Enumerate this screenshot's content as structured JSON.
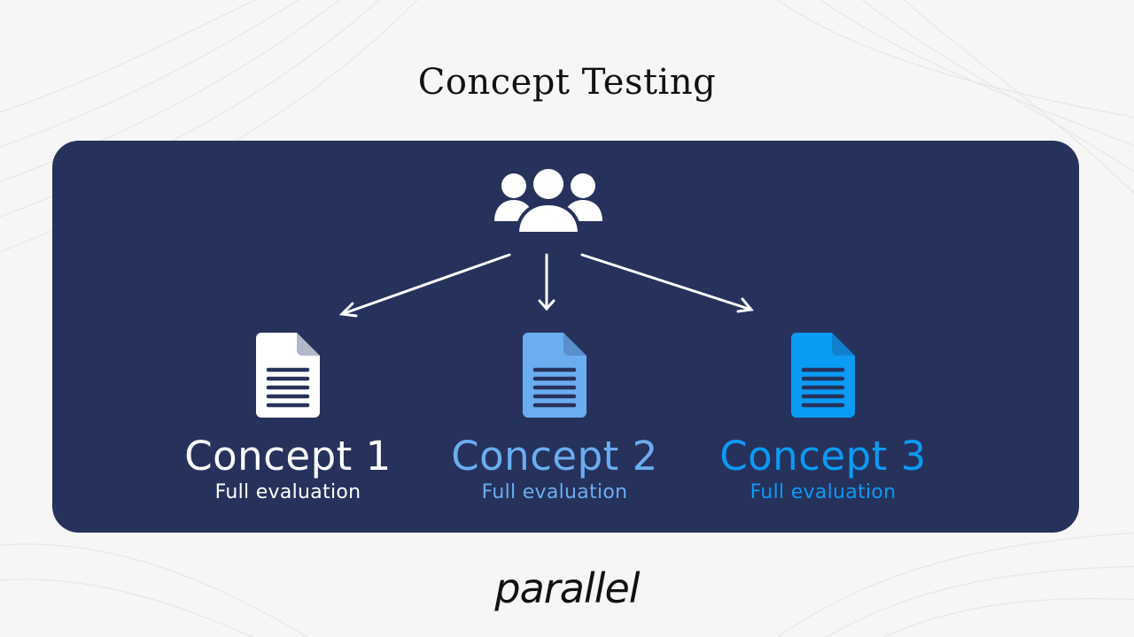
{
  "slide": {
    "title": "Concept Testing"
  },
  "diagram": {
    "source_icon": "people-group-icon",
    "concepts": [
      {
        "name": "Concept 1",
        "subtitle": "Full evaluation",
        "color": "#ffffff",
        "icon": "document-icon"
      },
      {
        "name": "Concept 2",
        "subtitle": "Full evaluation",
        "color": "#6aaef0",
        "icon": "document-icon"
      },
      {
        "name": "Concept 3",
        "subtitle": "Full evaluation",
        "color": "#0a9bf5",
        "icon": "document-icon"
      }
    ]
  },
  "colors": {
    "panel": "#26325c",
    "page": "#f6f6f6",
    "doc_lines": "#26325c"
  },
  "footer": {
    "logo_text": "parallel"
  }
}
